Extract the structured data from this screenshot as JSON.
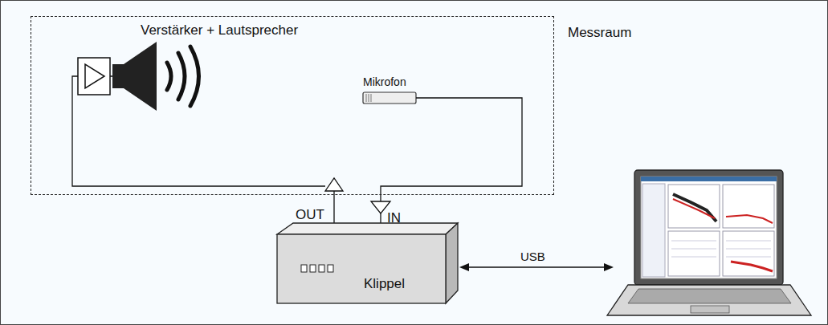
{
  "diagram": {
    "nodes": [
      {
        "text": [
          "Messraum"
        ]
      },
      {
        "text": [
          "Klippel"
        ]
      }
    ],
    "labels": [
      "Verstärker + Lautsprecher",
      "Mikrofon",
      "OUT",
      "IN",
      "USB"
    ]
  }
}
